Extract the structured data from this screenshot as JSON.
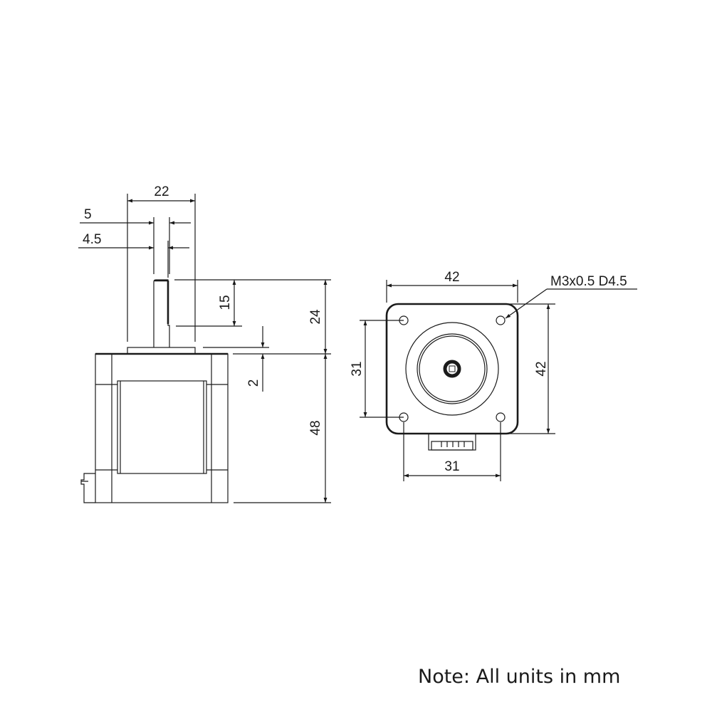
{
  "side_view": {
    "dims": {
      "shaft_extension_width": "22",
      "shaft_diameter": "5",
      "flat_diameter": "4.5",
      "flat_length": "15",
      "shaft_length": "24",
      "boss_height": "2",
      "body_length": "48"
    }
  },
  "front_view": {
    "dims": {
      "width": "42",
      "height": "42",
      "hole_spacing_vertical": "31",
      "hole_spacing_horizontal": "31",
      "hole_callout": "M3x0.5 D4.5"
    }
  },
  "note": "Note: All units in mm",
  "colors": {
    "line": "#1a1a1a",
    "background": "#ffffff"
  }
}
